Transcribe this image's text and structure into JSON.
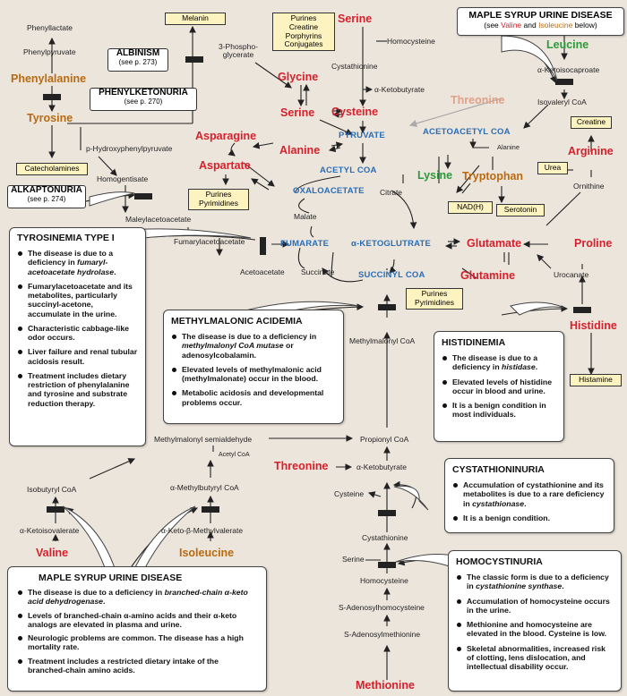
{
  "diseases": {
    "msud_top": {
      "title": "MAPLE SYRUP URINE DISEASE",
      "note_prefix": "(see ",
      "note_valine": "Valine",
      "note_and": " and ",
      "note_isoleucine": "Isoleucine",
      "note_suffix": " below)"
    },
    "albinism": {
      "title": "ALBINISM",
      "ref": "(see p. 273)"
    },
    "pku": {
      "title": "PHENYLKETONURIA",
      "ref": "(see p. 270)"
    },
    "alkaptonuria": {
      "title": "ALKAPTONURIA",
      "ref": "(see p. 274)"
    },
    "tyrosinemia": {
      "title": "TYROSINEMIA TYPE I",
      "bullets": [
        {
          "a": "The disease is due to a deficiency in ",
          "b": "fumaryl-acetoacetate hydrolase",
          "c": "."
        },
        {
          "a": "Fumarylacetoacetate and its metabolites, particularly succinyl-acetone, accumulate in the urine.",
          "b": "",
          "c": ""
        },
        {
          "a": "Characteristic cabbage-like odor occurs.",
          "b": "",
          "c": ""
        },
        {
          "a": "Liver failure and renal tubular acidosis result.",
          "b": "",
          "c": ""
        },
        {
          "a": "Treatment includes dietary restriction of phenylalanine and tyrosine and substrate reduction therapy.",
          "b": "",
          "c": ""
        }
      ]
    },
    "mma": {
      "title": "METHYLMALONIC ACIDEMIA",
      "bullets": [
        {
          "a": "The disease is due to a deficiency in ",
          "b": "methylmalonyl CoA mutase",
          "c": " or adenosylcobalamin."
        },
        {
          "a": "Elevated levels of methylmalonic acid (methylmalonate) occur in the blood.",
          "b": "",
          "c": ""
        },
        {
          "a": "Metabolic acidosis and developmental problems occur.",
          "b": "",
          "c": ""
        }
      ]
    },
    "histidinemia": {
      "title": "HISTIDINEMIA",
      "bullets": [
        {
          "a": "The disease is due to a deficiency in ",
          "b": "histidase",
          "c": "."
        },
        {
          "a": "Elevated levels of histidine occur in blood and urine.",
          "b": "",
          "c": ""
        },
        {
          "a": "It is a benign condition in most individuals.",
          "b": "",
          "c": ""
        }
      ]
    },
    "cystathioninuria": {
      "title": "CYSTATHIONINURIA",
      "bullets": [
        {
          "a": "Accumulation of cystathionine and its metabolites is due to a rare deficiency in ",
          "b": "cystathionase",
          "c": "."
        },
        {
          "a": "It is a benign condition.",
          "b": "",
          "c": ""
        }
      ]
    },
    "homocystinuria": {
      "title": "HOMOCYSTINURIA",
      "bullets": [
        {
          "a": "The classic form is due to a deficiency in ",
          "b": "cystathionine synthase",
          "c": "."
        },
        {
          "a": "Accumulation of homocysteine occurs in the urine.",
          "b": "",
          "c": ""
        },
        {
          "a": "Methionine and homocysteine are elevated in the blood. Cysteine is low.",
          "b": "",
          "c": ""
        },
        {
          "a": "Skeletal abnormalities, increased risk of clotting, lens dislocation, and intellectual disability occur.",
          "b": "",
          "c": ""
        }
      ]
    },
    "msud_bottom": {
      "title": "MAPLE SYRUP URINE DISEASE",
      "bullets": [
        {
          "a": "The disease is due to a deficiency in ",
          "b": "branched-chain α-keto acid dehydrogenase",
          "c": "."
        },
        {
          "a": "Levels of branched-chain α-amino acids and their α-keto analogs are elevated in plasma and urine.",
          "b": "",
          "c": ""
        },
        {
          "a": "Neurologic problems are common. The disease has a high mortality rate.",
          "b": "",
          "c": ""
        },
        {
          "a": "Treatment includes a restricted dietary intake of the branched-chain amino acids.",
          "b": "",
          "c": ""
        }
      ]
    }
  },
  "amino_acids": {
    "serine_top": "Serine",
    "glycine": "Glycine",
    "serine_mid": "Serine",
    "cysteine": "Cysteine",
    "alanine": "Alanine",
    "asparagine": "Asparagine",
    "aspartate": "Aspartate",
    "phenylalanine": "Phenylalanine",
    "tyrosine": "Tyrosine",
    "leucine": "Leucine",
    "threonine_faded": "Threonine",
    "lysine": "Lysine",
    "tryptophan": "Tryptophan",
    "arginine": "Arginine",
    "glutamate": "Glutamate",
    "proline": "Proline",
    "glutamine": "Glutamine",
    "histidine": "Histidine",
    "threonine": "Threonine",
    "valine": "Valine",
    "isoleucine": "Isoleucine",
    "methionine": "Methionine"
  },
  "central": {
    "pyruvate": "PYRUVATE",
    "acetyl_coa": "ACETYL COA",
    "acetoacetyl_coa": "ACETOACETYL COA",
    "oxaloacetate": "OXALOACETATE",
    "fumarate": "FUMARATE",
    "alpha_kg": "α-KETOGLUTRATE",
    "succinyl_coa": "SUCCINYL COA"
  },
  "intermediates": {
    "phenyllactate": "Phenyllactate",
    "phenylpyruvate": "Phenylpyruvate",
    "p_hpp": "p-Hydroxyphenylpyruvate",
    "homogentisate": "Homogentisate",
    "maleylacetoacetate": "Maleylacetoacetate",
    "fumarylacetoacetate": "Fumarylacetoacetate",
    "acetoacetate": "Acetoacetate",
    "phosphoglycerate_1": "3-Phospho-",
    "phosphoglycerate_2": "glycerate",
    "homocysteine_top": "Homocysteine",
    "cystathionine_top": "Cystathionine",
    "a_ketobutyrate_top": "α-Ketobutyrate",
    "a_ketoisocaproate": "α-Ketoisocaproate",
    "isovaleryl_coa": "Isovaleryl CoA",
    "alanine_small": "Alanine",
    "ornithine": "Ornithine",
    "malate": "Malate",
    "citrate": "Citrate",
    "succinate": "Succinate",
    "urocanate": "Urocanate",
    "methylmalonyl_coa": "Methylmalonyl CoA",
    "methylmalonyl_sa": "Methylmalonyl semialdehyde",
    "propionyl_coa": "Propionyl CoA",
    "acetyl_coa_small": "Acetyl CoA",
    "a_ketobutyrate": "α-Ketobutyrate",
    "isobutyryl_coa": "Isobutyryl CoA",
    "a_methylbutyryl_coa": "α-Methylbutyryl CoA",
    "a_ketoisovalerate": "α-Ketoisovalerate",
    "a_keto_b_methylvalerate": "α-Keto-β-Methylvalerate",
    "cysteine_small": "Cysteine",
    "cystathionine": "Cystathionine",
    "serine_small": "Serine",
    "homocysteine": "Homocysteine",
    "sah": "S-Adenosylhomocysteine",
    "sam": "S-Adenosylmethionine"
  },
  "products": {
    "melanin": "Melanin",
    "purines_list": [
      "Purines",
      "Creatine",
      "Porphyrins",
      "Conjugates"
    ],
    "catecholamines": "Catecholamines",
    "purines_pyr_1": [
      "Purines",
      "Pyrimidines"
    ],
    "creatine": "Creatine",
    "urea": "Urea",
    "nadh": "NAD(H)",
    "serotonin": "Serotonin",
    "purines_pyr_2": [
      "Purines",
      "Pyrimidines"
    ],
    "histamine": "Histamine"
  },
  "colors": {
    "red": "#d6202c",
    "orange": "#b86a12",
    "green": "#2a9a3a",
    "blue": "#2a6db5",
    "box": "#fdf3c0",
    "bg": "#ece5dc"
  }
}
